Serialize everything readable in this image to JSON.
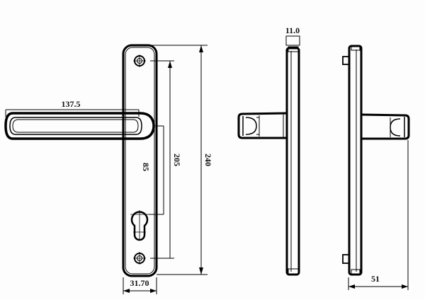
{
  "diagram": {
    "subject": "Door lever handle on backplate with euro cylinder cutout",
    "views": [
      {
        "name": "front-view",
        "description": "Front view of backplate with lever handle, screw holes and euro profile keyhole"
      },
      {
        "name": "side-view-left",
        "description": "Side profile view with lever"
      },
      {
        "name": "side-view-right",
        "description": "Side profile view mirrored with lever and pins"
      }
    ],
    "dimensions": {
      "lever_length": "137.5",
      "screw_spacing": "205",
      "backplate_height": "240",
      "lever_to_keyhole": "85",
      "backplate_width": "31.70",
      "plate_thickness": "11.0",
      "projection_depth": "51"
    },
    "colors": {
      "line": "#000000",
      "background": "#fdfdfd"
    }
  }
}
